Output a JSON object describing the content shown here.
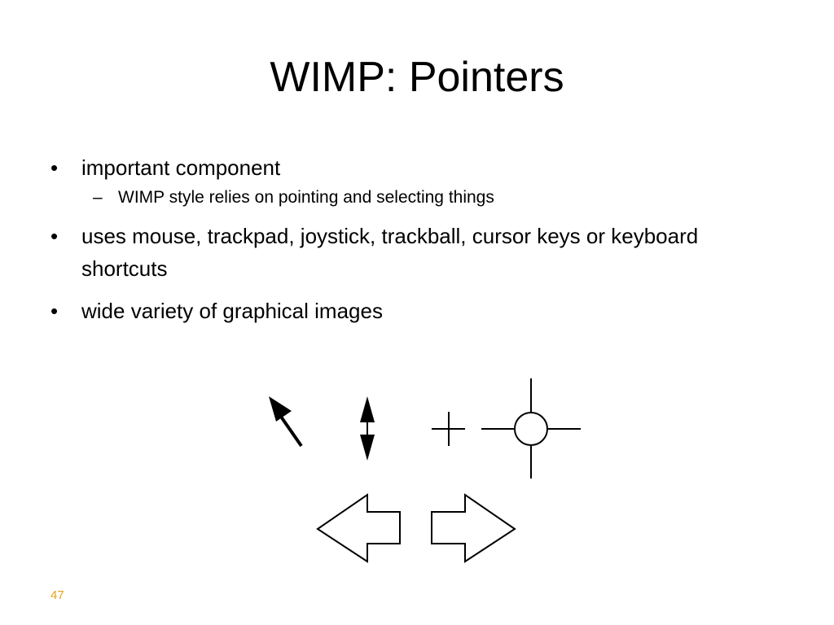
{
  "slide": {
    "title": "WIMP: Pointers",
    "bullets": [
      {
        "marker": "•",
        "text": "important component",
        "sub": [
          {
            "marker": "–",
            "text": "WIMP style relies on pointing and selecting things"
          }
        ]
      },
      {
        "marker": "•",
        "text": "uses mouse, trackpad, joystick, trackball, cursor keys or keyboard shortcuts"
      },
      {
        "marker": "•",
        "text": "wide variety of graphical images"
      }
    ],
    "pointer_icons": [
      "arrow-pointer-icon",
      "vertical-resize-icon",
      "crosshair-icon",
      "circle-crosshair-icon",
      "left-arrow-icon",
      "right-arrow-icon"
    ],
    "page_number": "47",
    "accent_color": "#E8A317",
    "text_color": "#000000"
  }
}
